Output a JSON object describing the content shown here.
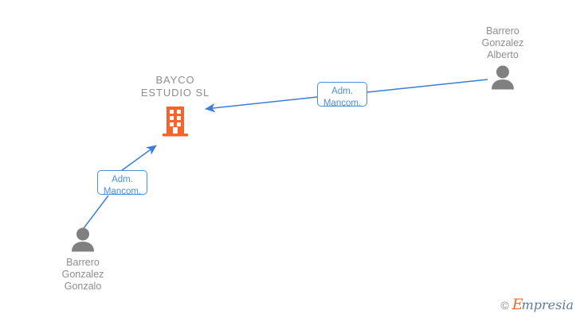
{
  "diagram": {
    "type": "corporate-relationship-graph",
    "background_color": "#ffffff",
    "edge_color": "#3b7dd8",
    "company_color": "#f9632a",
    "person_color": "#808080",
    "text_color": "#8d8d8d",
    "label_color": "#4a90d9"
  },
  "company": {
    "name": "BAYCO\nESTUDIO  SL",
    "icon": "building-icon"
  },
  "people": [
    {
      "id": "alberto",
      "name": "Barrero\nGonzalez\nAlberto",
      "icon": "person-icon"
    },
    {
      "id": "gonzalo",
      "name": "Barrero\nGonzalez\nGonzalo",
      "icon": "person-icon"
    }
  ],
  "relations": [
    {
      "id": "rel-alberto",
      "label": "Adm.\nMancom.",
      "from": "alberto",
      "to": "company"
    },
    {
      "id": "rel-gonzalo",
      "label": "Adm.\nMancom.",
      "from": "gonzalo",
      "to": "company"
    }
  ],
  "watermark": {
    "copyright": "©",
    "brand_initial": "E",
    "brand_rest": "mpresia"
  }
}
